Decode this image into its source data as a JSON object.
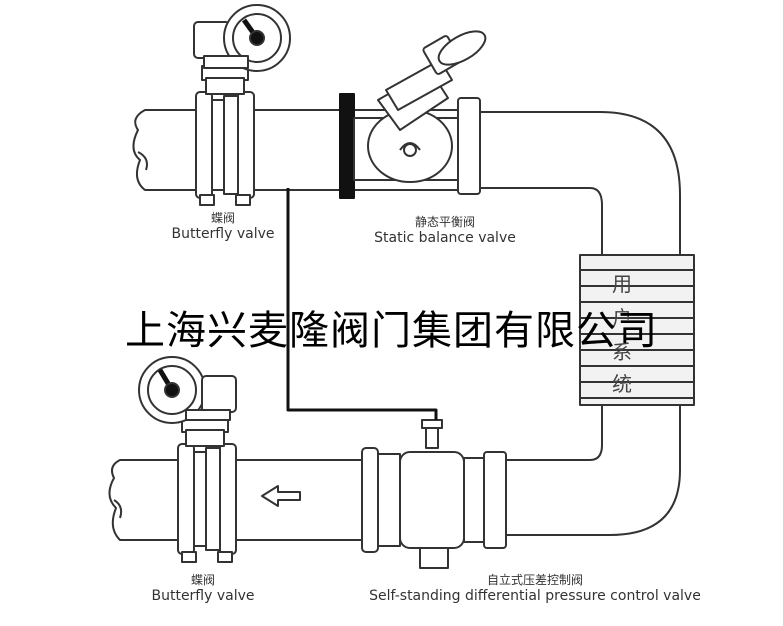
{
  "labels": {
    "butterfly_top": {
      "zh": "蝶阀",
      "en": "Butterfly valve"
    },
    "static_balance": {
      "zh": "静态平衡阀",
      "en": "Static balance valve"
    },
    "butterfly_bottom": {
      "zh": "蝶阀",
      "en": "Butterfly valve"
    },
    "self_standing": {
      "zh": "自立式压差控制阀",
      "en": "Self-standing differential pressure control valve"
    }
  },
  "system_box": {
    "chars": [
      "用",
      "户",
      "系",
      "统"
    ]
  },
  "watermark": "上海兴麦隆阀门集团有限公司",
  "colors": {
    "line": "#333333",
    "pipe_fill": "#ffffff",
    "dark": "#111111",
    "fin_fill": "#f2f2f2"
  }
}
